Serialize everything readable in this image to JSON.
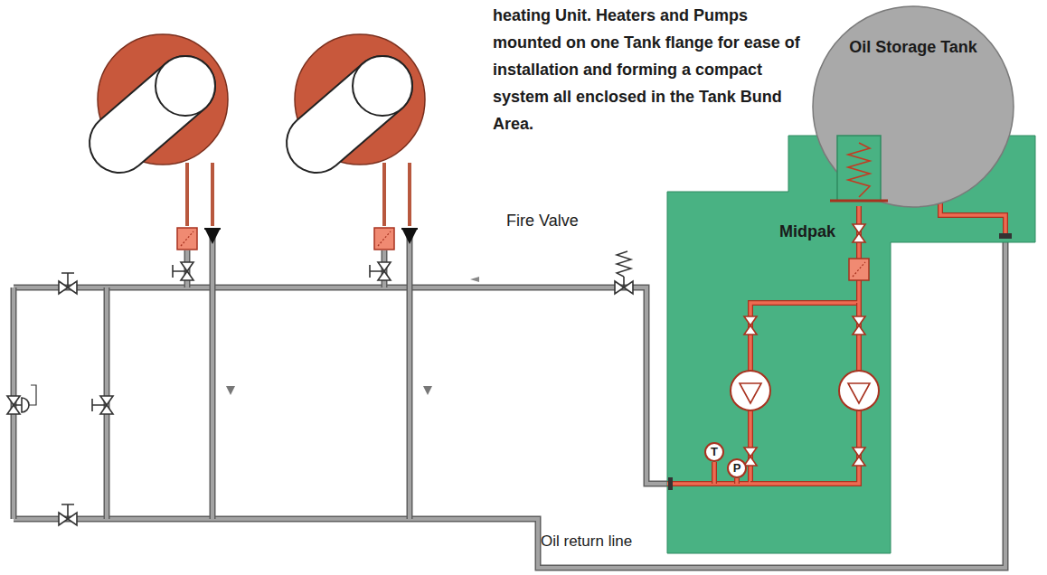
{
  "diagram": {
    "nodes": [
      {
        "text": [
          "Oil Storage Tank"
        ]
      },
      {
        "text": [
          "Midpak"
        ]
      },
      {
        "text": [
          "T"
        ],
        "in": 1
      },
      {
        "text": [
          "P"
        ],
        "in": 1
      }
    ],
    "labels": [
      "heating Unit. Heaters and Pumps mounted on one Tank flange for ease of installation and forming a compact system all enclosed in the Tank Bund Area.",
      "Fire Valve",
      "Oil return line"
    ]
  }
}
